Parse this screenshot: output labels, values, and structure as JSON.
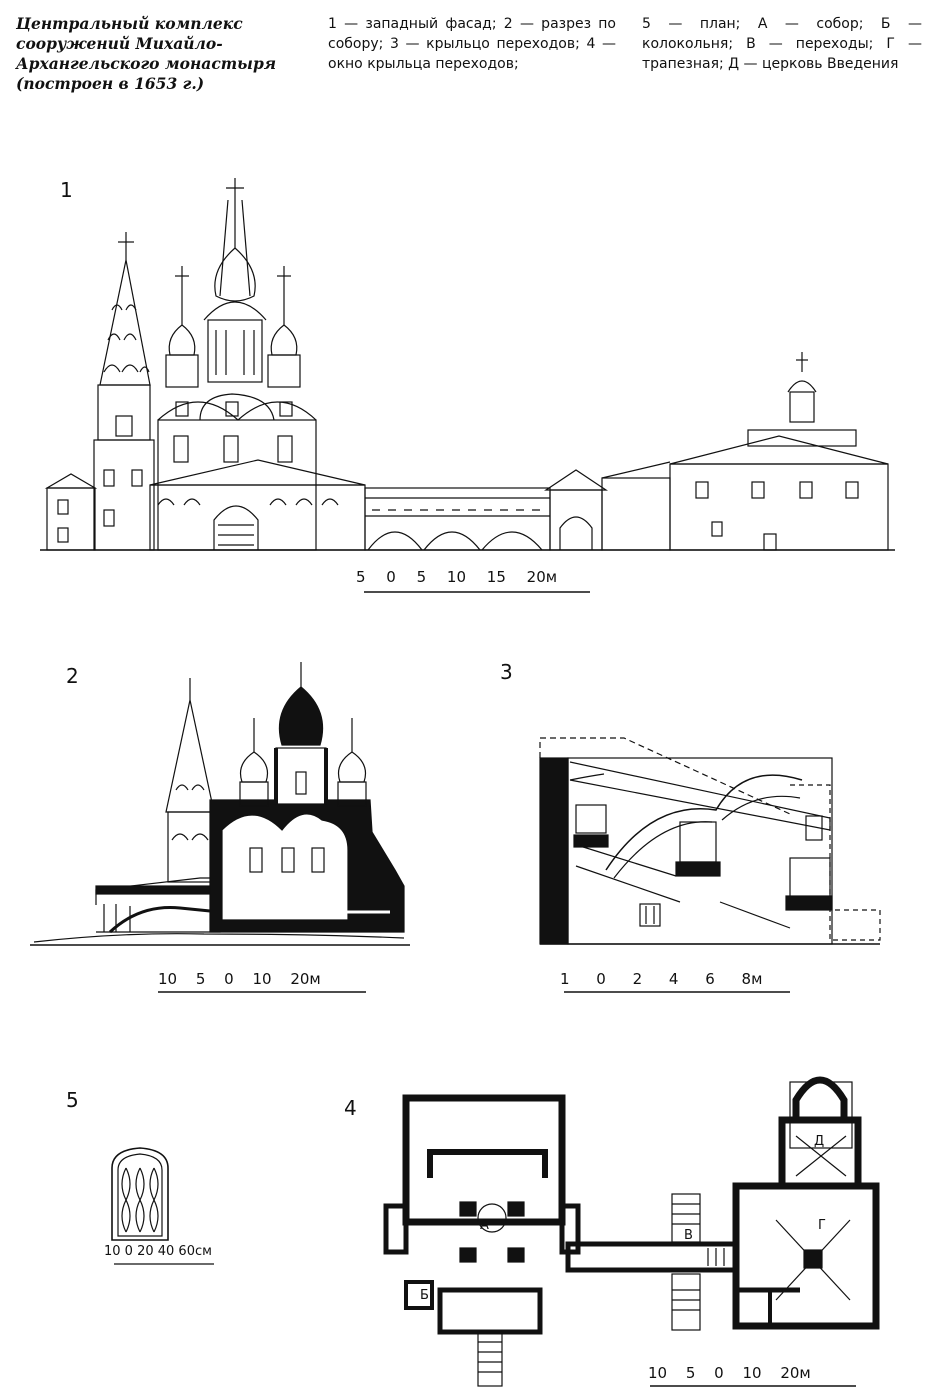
{
  "captions": {
    "title": "Центральный комплекс сооружений Михайло-Архангельского монастыря (построен в 1653 г.)",
    "legend_a": "1 — западный фасад; 2 — разрез по собору; 3 — крыльцо переходов; 4 — окно крыльца переходов;",
    "legend_b": "5 — план; А — собор; Б — колокольня; В — переходы; Г — трапезная; Д — церковь Введения"
  },
  "figures": {
    "fig1": {
      "number": "1",
      "scale": "5 0 5 10 15 20м"
    },
    "fig2": {
      "number": "2",
      "scale": "10 5 0 10 20м"
    },
    "fig3": {
      "number": "3",
      "scale": "1 0 2 4 6 8м"
    },
    "fig4": {
      "number": "4",
      "scale": "10 5 0 10 20м"
    },
    "fig5": {
      "number": "5",
      "scale": "10 0 20 40 60см"
    }
  },
  "plan_labels": {
    "a": "А",
    "b": "Б",
    "v": "В",
    "g": "Г",
    "d": "Д"
  }
}
